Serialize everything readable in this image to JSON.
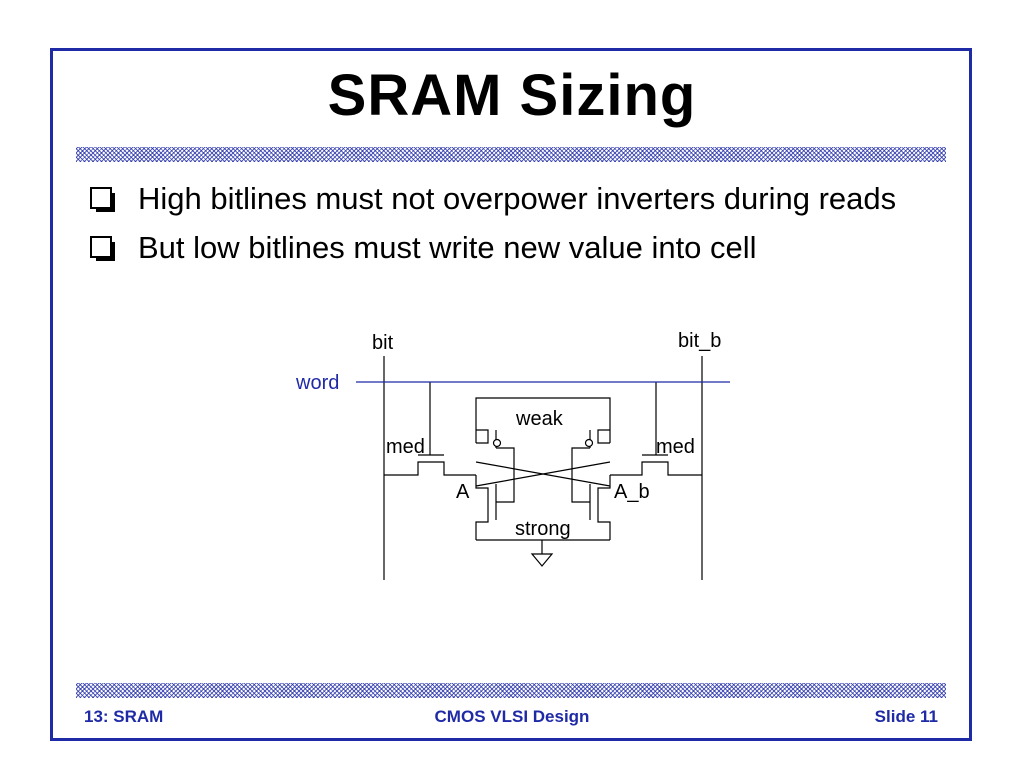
{
  "slide": {
    "title": "SRAM Sizing",
    "bullets": [
      "High bitlines must not overpower inverters during reads",
      "But low bitlines must write new value into cell"
    ]
  },
  "diagram": {
    "labels": {
      "bit": "bit",
      "bit_b": "bit_b",
      "word": "word",
      "weak": "weak",
      "med_left": "med",
      "med_right": "med",
      "a": "A",
      "a_b": "A_b",
      "strong": "strong"
    }
  },
  "footer": {
    "left": "13: SRAM",
    "center": "CMOS VLSI Design",
    "right": "Slide 11"
  },
  "colors": {
    "border": "#1f2aa6",
    "footer_text": "#1f2aa6",
    "word_line": "#1f2aa6"
  }
}
